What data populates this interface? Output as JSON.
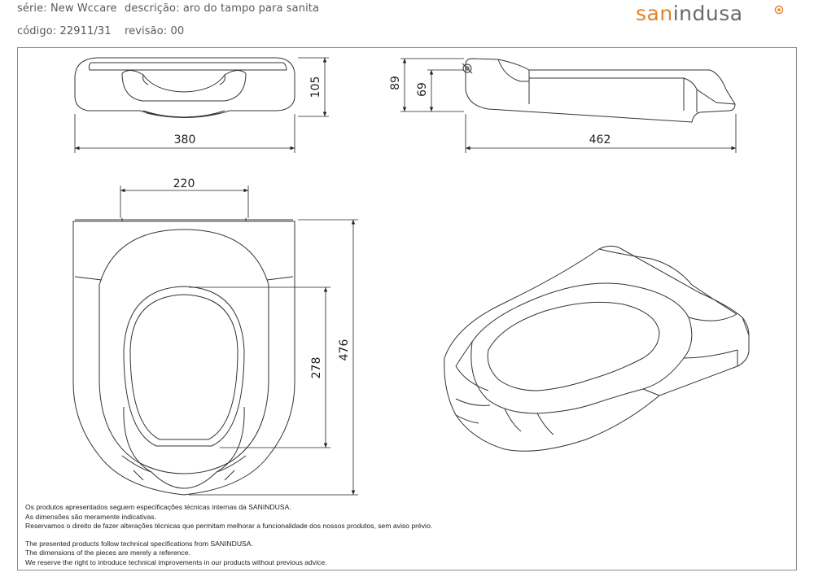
{
  "header": {
    "serie_label": "série:",
    "serie_value": "New Wccare",
    "descricao_label": "descrição:",
    "descricao_value": "aro do tampo para sanita",
    "codigo_label": "código:",
    "codigo_value": "22911/31",
    "revisao_label": "revisão:",
    "revisao_value": "00"
  },
  "logo": {
    "part1": "san",
    "part2": "indusa",
    "brand_color": "#e5822a",
    "text_color": "#6a6a6a"
  },
  "dimensions": {
    "front_width": "380",
    "front_height": "105",
    "side_height_total": "89",
    "side_height_inner": "69",
    "side_length": "462",
    "top_inner_width": "220",
    "top_opening_length": "278",
    "top_total_length": "476"
  },
  "notes": {
    "pt_line1": "Os produtos apresentados seguem especificações técnicas internas da SANINDUSA.",
    "pt_line2": "As dimensões são meramente indicativas.",
    "pt_line3": "Reservamos o direito de fazer alterações técnicas que permitam melhorar a funcionalidade dos nossos produtos, sem aviso prévio.",
    "en_line1": "The presented products follow technical specifications from SANINDUSA.",
    "en_line2": "The dimensions of the pieces are merely a reference.",
    "en_line3": "We reserve the right to introduce technical improvements in our products without previous advice."
  }
}
